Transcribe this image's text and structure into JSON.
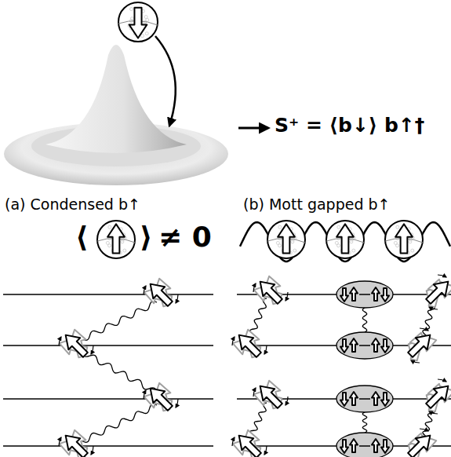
{
  "diagram": {
    "labels": [
      "S⁺ = ⟨b↓⟩ b↑†",
      "(a) Condensed b↑",
      "(b) Mott gapped b↑",
      "⟨",
      "⟩",
      "≠ 0"
    ]
  }
}
